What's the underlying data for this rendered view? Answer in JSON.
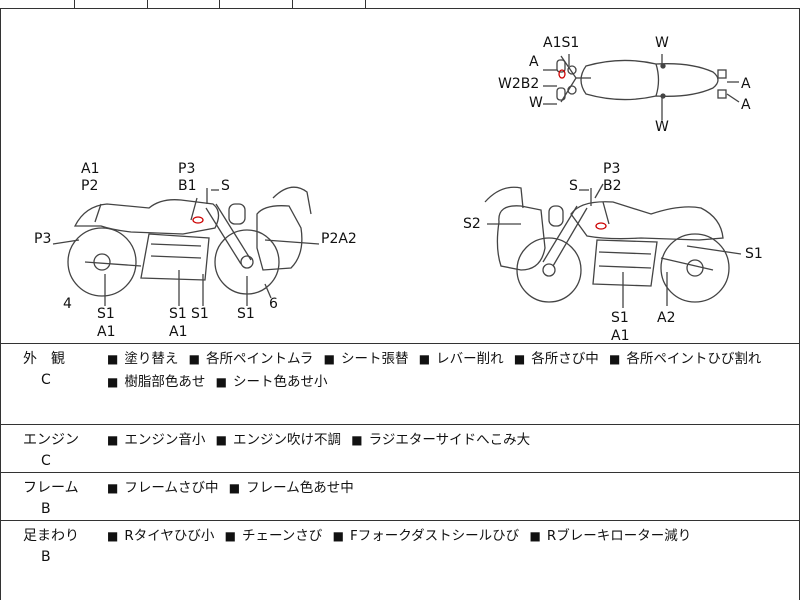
{
  "diagram": {
    "top_view_labels": [
      "A1S1",
      "W",
      "A",
      "A",
      "W2B2",
      "W",
      "A",
      "W"
    ],
    "left_view_labels": [
      "A1",
      "P2",
      "P3",
      "B1",
      "S",
      "P3",
      "P2A2",
      "4",
      "S1",
      "A1",
      "S1",
      "S1",
      "A1",
      "S1",
      "6"
    ],
    "right_view_labels": [
      "P3",
      "S",
      "B2",
      "S2",
      "S1",
      "S1",
      "A1",
      "A2"
    ]
  },
  "sections": [
    {
      "title": "外　観",
      "grade": "C",
      "items": [
        "塗り替え",
        "各所ペイントムラ",
        "シート張替",
        "レバー削れ",
        "各所さび中",
        "各所ペイントひび割れ",
        "樹脂部色あせ",
        "シート色あせ小"
      ]
    },
    {
      "title": "エンジン",
      "grade": "C",
      "items": [
        "エンジン音小",
        "エンジン吹け不調",
        "ラジエターサイドへこみ大"
      ]
    },
    {
      "title": "フレーム",
      "grade": "B",
      "items": [
        "フレームさび中",
        "フレーム色あせ中"
      ]
    },
    {
      "title": "足まわり",
      "grade": "B",
      "items": [
        "Rタイヤひび小",
        "チェーンさび",
        "Fフォークダストシールひび",
        "Rブレーキローター減り"
      ]
    }
  ]
}
